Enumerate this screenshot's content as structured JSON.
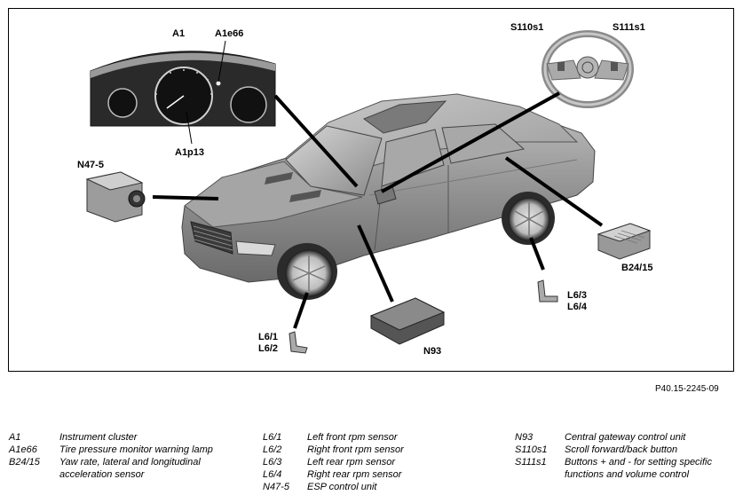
{
  "labels": {
    "a1": "A1",
    "a1e66": "A1e66",
    "a1p13": "A1p13",
    "s110s1": "S110s1",
    "s111s1": "S111s1",
    "n47_5": "N47-5",
    "b24_15": "B24/15",
    "l6_3": "L6/3",
    "l6_4": "L6/4",
    "l6_1": "L6/1",
    "l6_2": "L6/2",
    "n93": "N93"
  },
  "figure_ref": "P40.15-2245-09",
  "legend": {
    "col1": [
      {
        "code": "A1",
        "desc": "Instrument cluster"
      },
      {
        "code": "A1e66",
        "desc": "Tire pressure monitor warning lamp"
      },
      {
        "code": "B24/15",
        "desc": "Yaw rate, lateral and longitudinal acceleration sensor"
      }
    ],
    "col2": [
      {
        "code": "L6/1",
        "desc": "Left front rpm sensor"
      },
      {
        "code": "L6/2",
        "desc": "Right front rpm sensor"
      },
      {
        "code": "L6/3",
        "desc": "Left rear rpm sensor"
      },
      {
        "code": "L6/4",
        "desc": "Right rear rpm sensor"
      },
      {
        "code": "N47-5",
        "desc": "ESP control unit"
      }
    ],
    "col3": [
      {
        "code": "N93",
        "desc": "Central gateway control unit"
      },
      {
        "code": "S110s1",
        "desc": "Scroll forward/back button"
      },
      {
        "code": "S111s1",
        "desc": "Buttons + and - for setting specific functions and volume control"
      }
    ]
  }
}
